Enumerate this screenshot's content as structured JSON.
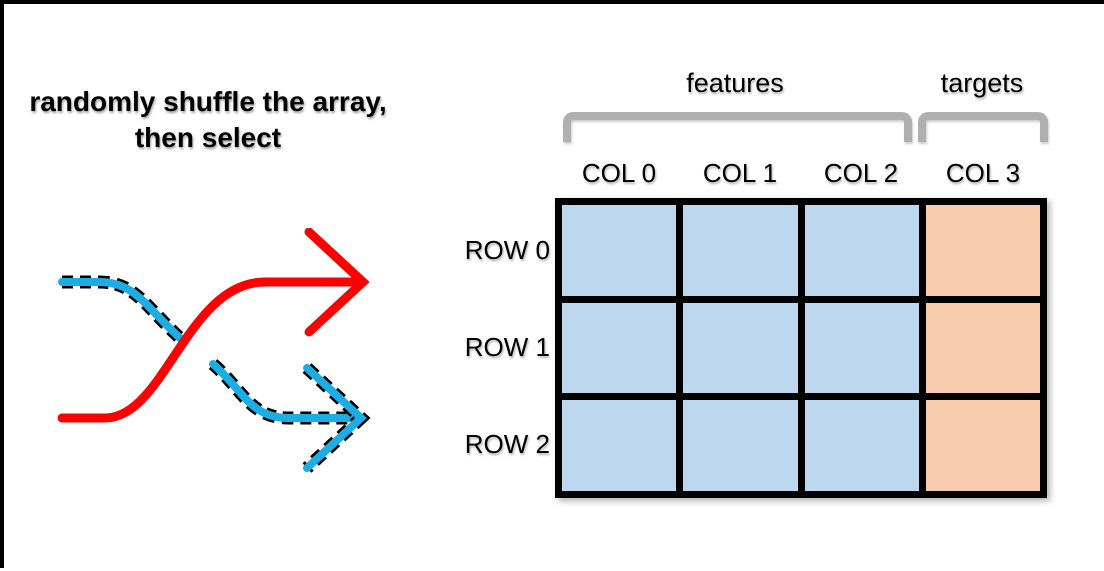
{
  "caption": {
    "line1": "randomly shuffle the array,",
    "line2": "then select"
  },
  "feature_group_label": "features",
  "target_group_label": "targets",
  "columns": [
    "COL 0",
    "COL 1",
    "COL 2",
    "COL 3"
  ],
  "rows": [
    "ROW 0",
    "ROW 1",
    "ROW 2"
  ],
  "grid": {
    "n_rows": 3,
    "n_cols": 4,
    "feature_column_count": 3
  },
  "colors": {
    "feature_cell": "#BDD7EE",
    "target_cell": "#F8CBAD",
    "grid_border": "#000000",
    "bracket_gray": "#B0B0B0",
    "arrow_red": "#FF0000",
    "arrow_blue": "#1CADE4",
    "arrow_dash_outline": "#000000"
  }
}
